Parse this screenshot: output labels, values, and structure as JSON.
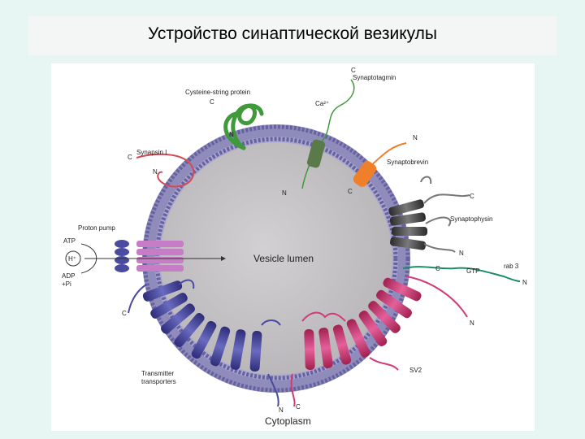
{
  "title": "Устройство синаптической везикулы",
  "labels": {
    "synaptotagmin": "Synaptotagmin",
    "cysteine_string": "Cysteine-string protein",
    "synapsin": "Synapsin I",
    "synaptobrevin": "Synaptobrevin",
    "synaptophysin": "Synaptophysin",
    "proton_pump": "Proton pump",
    "atp": "ATP",
    "h_plus": "H⁺",
    "adp": "ADP",
    "pi": "+Pi",
    "vesicle_lumen": "Vesicle lumen",
    "gtp": "GTP",
    "rab3": "rab 3",
    "sv2": "SV2",
    "transmitter_transporters_1": "Transmitter",
    "transmitter_transporters_2": "transporters",
    "cytoplasm": "Cytoplasm",
    "ca": "Ca²⁺",
    "c": "C",
    "n": "N"
  },
  "colors": {
    "membrane": "#7b78a8",
    "lumen": "#c8c6c8",
    "cysteine": "#3f9a3a",
    "synapsin": "#d44a57",
    "synaptotagmin": "#5a7a4a",
    "synaptobrevin": "#f07f2a",
    "synaptophysin": "#555555",
    "rab3": "#1d8a6a",
    "sv2": "#d23a78",
    "transporter": "#4a4aa0",
    "pump": "#c77cc6"
  }
}
